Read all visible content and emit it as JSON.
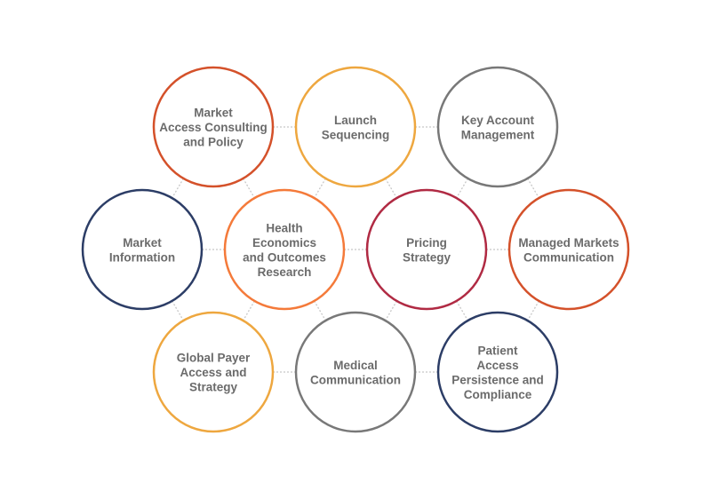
{
  "diagram": {
    "nodes": [
      {
        "id": "mac",
        "lines": [
          "Market",
          "Access Consulting",
          "and Policy"
        ],
        "color": "#d4512a"
      },
      {
        "id": "ls",
        "lines": [
          "Launch",
          "Sequencing"
        ],
        "color": "#eea73f"
      },
      {
        "id": "kam",
        "lines": [
          "Key Account",
          "Management"
        ],
        "color": "#787878"
      },
      {
        "id": "mi",
        "lines": [
          "Market",
          "Information"
        ],
        "color": "#2c3d66"
      },
      {
        "id": "heor",
        "lines": [
          "Health",
          "Economics",
          "and Outcomes",
          "Research"
        ],
        "color": "#f47a3a"
      },
      {
        "id": "ps",
        "lines": [
          "Pricing",
          "Strategy"
        ],
        "color": "#b02a43"
      },
      {
        "id": "mmc",
        "lines": [
          "Managed Markets",
          "Communication"
        ],
        "color": "#d4512a"
      },
      {
        "id": "gpas",
        "lines": [
          "Global Payer",
          "Access and",
          "Strategy"
        ],
        "color": "#eea73f"
      },
      {
        "id": "mc",
        "lines": [
          "Medical",
          "Communication"
        ],
        "color": "#787878"
      },
      {
        "id": "papc",
        "lines": [
          "Patient",
          "Access",
          "Persistence and",
          "Compliance"
        ],
        "color": "#2c3d66"
      }
    ],
    "edges": [
      [
        "mac",
        "ls"
      ],
      [
        "ls",
        "kam"
      ],
      [
        "mi",
        "heor"
      ],
      [
        "heor",
        "ps"
      ],
      [
        "ps",
        "mmc"
      ],
      [
        "gpas",
        "mc"
      ],
      [
        "mc",
        "papc"
      ],
      [
        "mac",
        "mi"
      ],
      [
        "mac",
        "heor"
      ],
      [
        "ls",
        "heor"
      ],
      [
        "ls",
        "ps"
      ],
      [
        "kam",
        "ps"
      ],
      [
        "kam",
        "mmc"
      ],
      [
        "mi",
        "gpas"
      ],
      [
        "heor",
        "gpas"
      ],
      [
        "heor",
        "mc"
      ],
      [
        "ps",
        "mc"
      ],
      [
        "ps",
        "papc"
      ],
      [
        "mmc",
        "papc"
      ]
    ],
    "connector_color": "#c8c8c8"
  }
}
